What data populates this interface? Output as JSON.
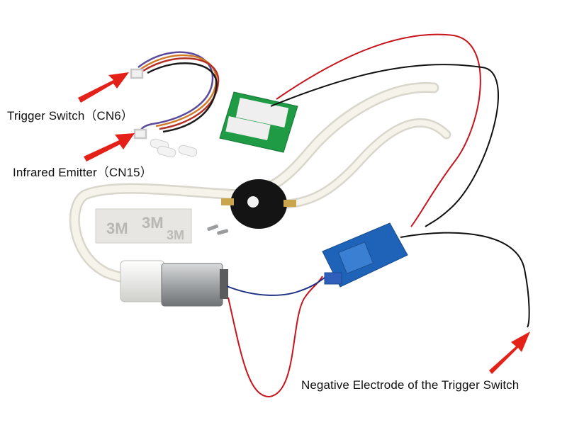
{
  "labels": {
    "trigger_switch": "Trigger Switch（CN6）",
    "infrared_emitter": "Infrared Emitter（CN15）",
    "negative_electrode": "Negative Electrode of the Trigger Switch"
  },
  "colors": {
    "background": "#ffffff",
    "arrow": "#e32119",
    "wire_red": "#c8141c",
    "wire_black": "#111111",
    "wire_blue": "#1e2f86",
    "tube": "#f4f1e8",
    "pcb_green": "#1f9a45",
    "relay_blue": "#1f63b8",
    "motor_silver": "#a9acad"
  },
  "icons": [
    "arrow-icon"
  ],
  "pad_label": "3M"
}
